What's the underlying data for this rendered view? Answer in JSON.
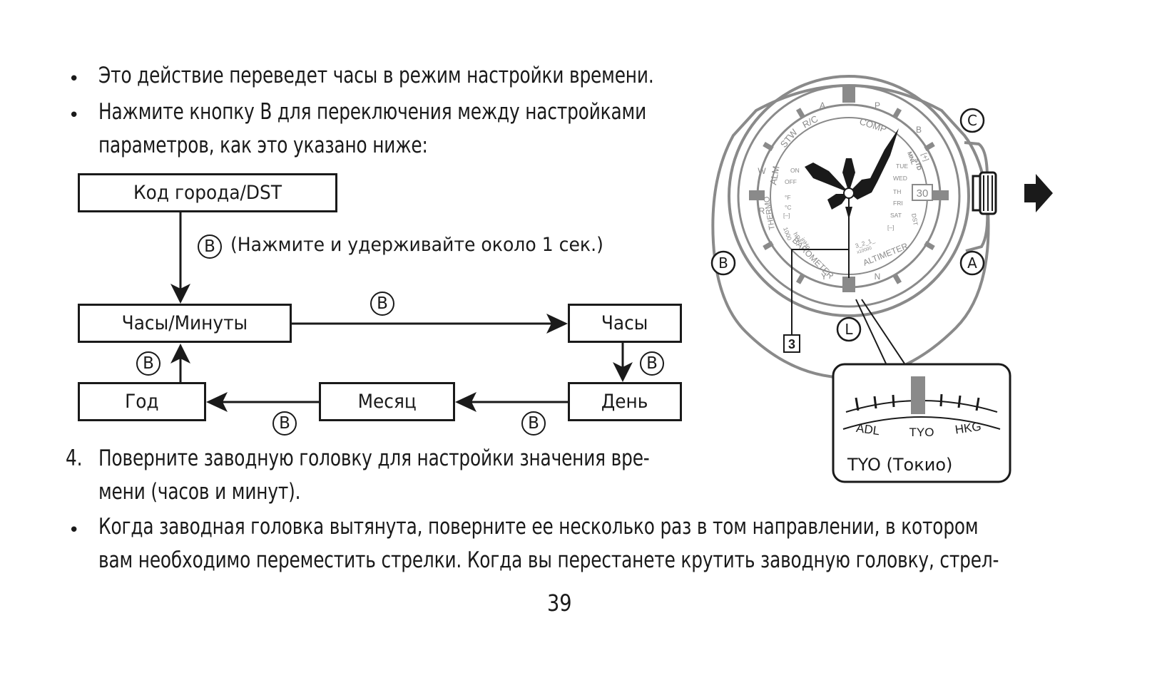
{
  "top_bullets": [
    "Это действие переведет часы в режим настройки времени.",
    "Нажмите кнопку B для переключения между настройками",
    "параметров, как это указано ниже:"
  ],
  "bullet_symbol": "•",
  "flow": {
    "city_code": "Код города/DST",
    "hours_minutes": "Часы/Минуты",
    "hour": "Часы",
    "day": "День",
    "month": "Месяц",
    "year": "Год",
    "button_label": "B",
    "hold_note": "(Нажмите и удерживайте около 1 сек.)"
  },
  "step4": {
    "number": "4.",
    "line1": "Поверните заводную головку для настройки значения вре-",
    "line2": "мени (часов и минут)."
  },
  "bottom_bullet": {
    "line1": "Когда заводная головка вытянута, поверните ее несколько раз в том направлении, в котором",
    "line2": "вам необходимо переместить стрелки. Когда вы перестанете крутить заводную головку, стрел-"
  },
  "page_number": "39",
  "watch": {
    "buttons": {
      "a": "A",
      "b": "B",
      "c": "C",
      "l": "L"
    },
    "callout_number": "3",
    "date_window": "30",
    "bezel_letters": [
      "A",
      "P",
      "B",
      "R",
      "W",
      "Y",
      "N"
    ],
    "ring_labels": {
      "stw": "STW",
      "rc": "R/C",
      "comp": "COMP",
      "alm": "ALM",
      "thermo": "THERMO",
      "barometer": "BAROMETER",
      "altimeter": "ALTIMETER"
    },
    "subdial_labels": [
      "ON",
      "OFF",
      "°F",
      "°C",
      "[–]",
      "1000",
      "hPa",
      "inHg",
      "MNL",
      "STD",
      "TUE",
      "WED",
      "TH",
      "FRI",
      "SAT",
      "DST",
      "[–]",
      "[+]",
      "3_2_1_",
      "x10000"
    ],
    "detail": {
      "cities": [
        "ADL",
        "TYO",
        "HKG"
      ],
      "caption": "TYO (Токио)"
    }
  }
}
